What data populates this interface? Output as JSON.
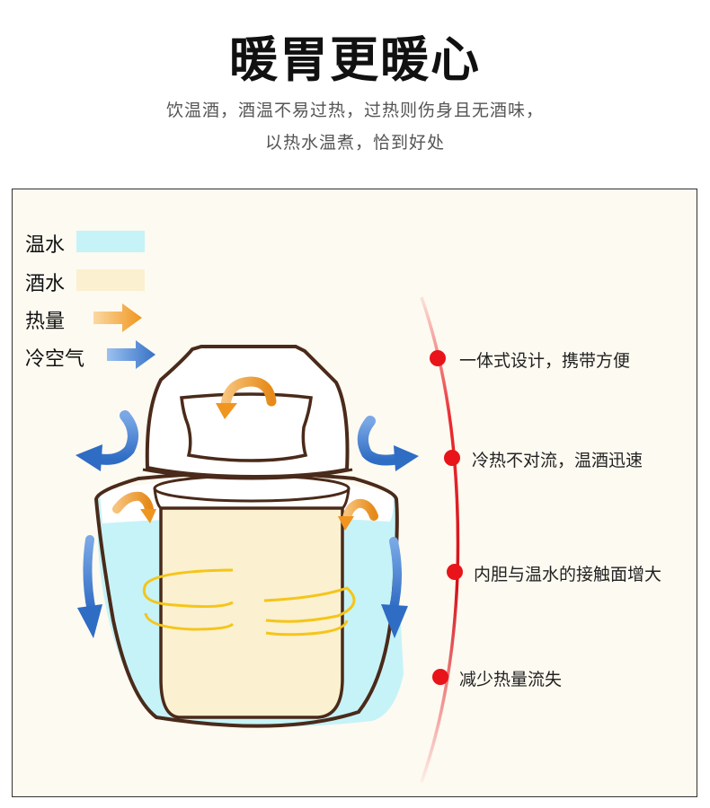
{
  "heading": {
    "title": "暖胃更暖心",
    "subtitle_line1": "饮温酒，酒温不易过热，过热则伤身且无酒味，",
    "subtitle_line2": "以热水温煮，恰到好处"
  },
  "legend": {
    "items": [
      {
        "label": "温水",
        "kind": "swatch",
        "color": "#c6f3f7"
      },
      {
        "label": "酒水",
        "kind": "swatch",
        "color": "#fbf0cf"
      },
      {
        "label": "热量",
        "kind": "arrow",
        "color": "#f2a444"
      },
      {
        "label": "冷空气",
        "kind": "arrow",
        "color": "#4a86d6"
      }
    ]
  },
  "features": [
    {
      "label": "一体式设计，携带方便"
    },
    {
      "label": "冷热不对流，温酒迅速"
    },
    {
      "label": "内胆与温水的接触面增大"
    },
    {
      "label": "减少热量流失"
    }
  ],
  "colors": {
    "water": "#c6f3f7",
    "wine": "#fbf0cf",
    "heat": "#f2a444",
    "cold_air": "#4a86d6",
    "dot": "#e8141a",
    "outline": "#4a2a1a",
    "swirl": "#f5c518"
  }
}
